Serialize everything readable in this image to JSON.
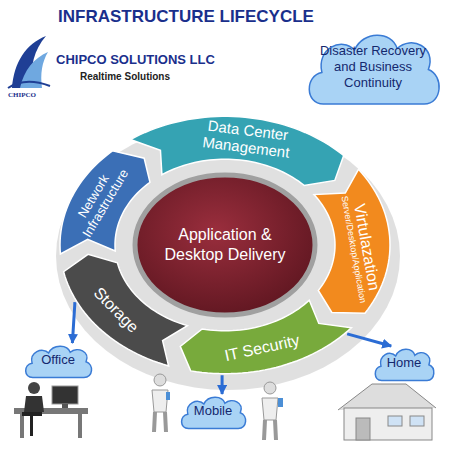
{
  "diagram": {
    "title": "INFRASTRUCTURE LIFECYCLE",
    "nodes": [
      {
        "text": [
          "Data Center Management"
        ]
      },
      {
        "text": [
          "Disaster Recovery and Business Continuity"
        ]
      },
      {
        "text": [
          "Network Infrastructure"
        ]
      },
      {
        "text": [
          "Virtulazation",
          "Server/Desktop/Application"
        ]
      },
      {
        "text": [
          "Application & Desktop Delivery"
        ]
      },
      {
        "text": [
          "Storage"
        ]
      },
      {
        "text": [
          "IT Security"
        ]
      },
      {
        "text": [
          "Office"
        ]
      },
      {
        "text": [
          "Home"
        ]
      },
      {
        "text": [
          "Mobile"
        ]
      }
    ],
    "edges": [
      {
        "from": 5,
        "to": 7,
        "arrow": "to"
      },
      {
        "from": 6,
        "to": 9,
        "arrow": "to"
      },
      {
        "from": 6,
        "to": 8,
        "arrow": "to"
      }
    ],
    "labels": [
      "CHIPCO SOLUTIONS LLC",
      "Realtime Solutions",
      "CHIPCO"
    ]
  }
}
